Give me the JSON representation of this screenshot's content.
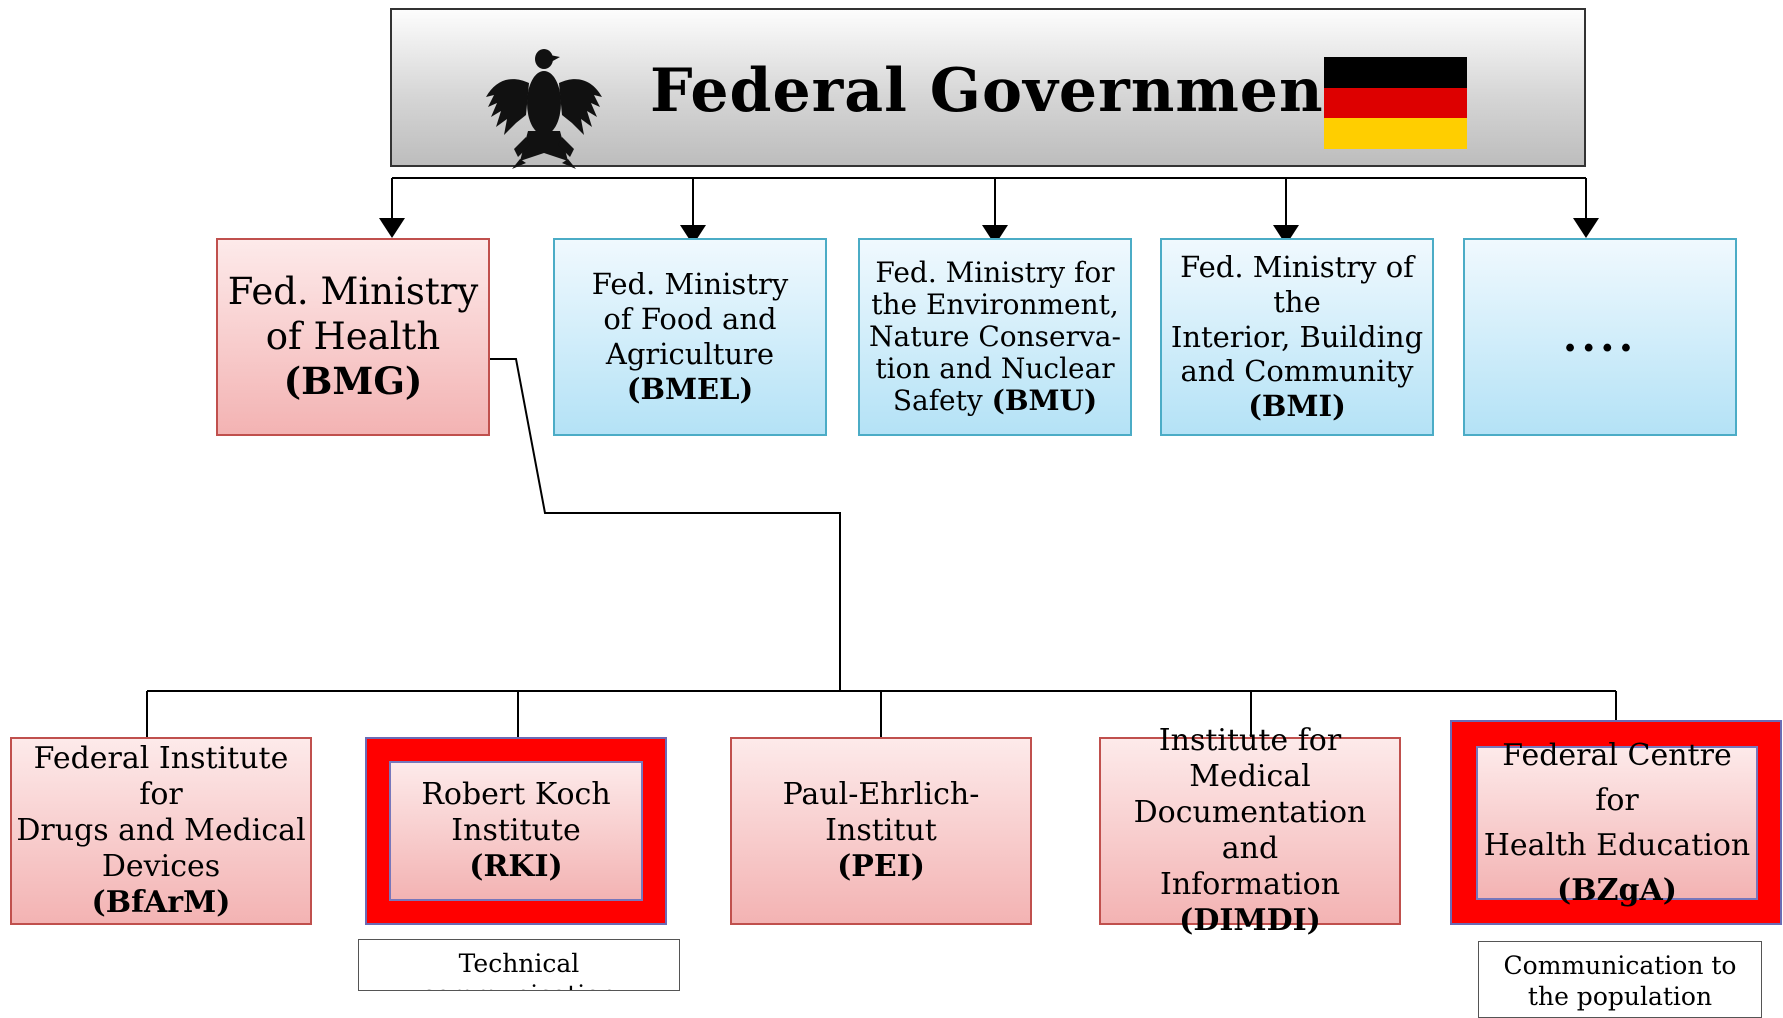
{
  "header": {
    "title": "Federal Government",
    "flag_colors": [
      "#000000",
      "#dd0000",
      "#ffce00"
    ]
  },
  "ministries": [
    {
      "lines": [
        "Fed. Ministry",
        "of Health"
      ],
      "abbr": "(BMG)"
    },
    {
      "lines": [
        "Fed. Ministry",
        "of Food and",
        "Agriculture"
      ],
      "abbr": "(BMEL)"
    },
    {
      "lines": [
        "Fed. Ministry for",
        "the Environment,",
        "Nature Conserva-",
        "tion and Nuclear",
        "Safety"
      ],
      "abbr": "(BMU)"
    },
    {
      "lines": [
        "Fed. Ministry of the",
        "Interior, Building",
        "and Community"
      ],
      "abbr": "(BMI)"
    },
    {
      "lines": [
        "...."
      ],
      "abbr": ""
    }
  ],
  "institutes": [
    {
      "lines": [
        "Federal Institute for",
        "Drugs and Medical",
        "Devices"
      ],
      "abbr": "(BfArM)"
    },
    {
      "lines": [
        "Robert Koch",
        "Institute"
      ],
      "abbr": "(RKI)"
    },
    {
      "lines": [
        "Paul-Ehrlich-Institut"
      ],
      "abbr": "(PEI)"
    },
    {
      "lines": [
        "Institute for Medical",
        "Documentation and",
        "Information"
      ],
      "abbr": "(DIMDI)"
    },
    {
      "lines": [
        "Federal Centre for",
        "Health Education"
      ],
      "abbr": "(BZgA)"
    }
  ],
  "notes": {
    "rki": [
      "Technical",
      "communication"
    ],
    "bzga": [
      "Communication to",
      "the population"
    ]
  },
  "colors": {
    "highlight_frame": "#ff0000",
    "institute_border": "#c0504d",
    "ministry_border": "#4bacc6"
  }
}
